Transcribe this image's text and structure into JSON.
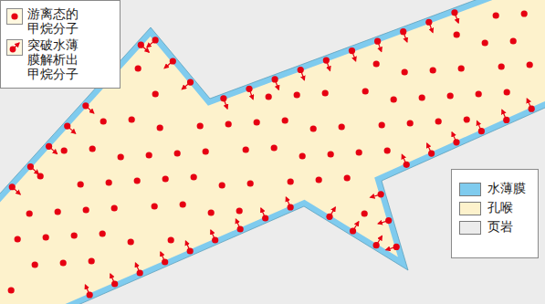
{
  "diagram": {
    "legend": [
      {
        "text": "游离态的 甲烷分子"
      },
      {
        "text": "突破水薄 膜解析出 甲烷分子"
      },
      {
        "text": "水薄膜",
        "color": "#7fcbee"
      },
      {
        "text": "孔喉",
        "color": "#fdf2cc"
      },
      {
        "text": "页岩",
        "color": "#ececec"
      }
    ]
  }
}
